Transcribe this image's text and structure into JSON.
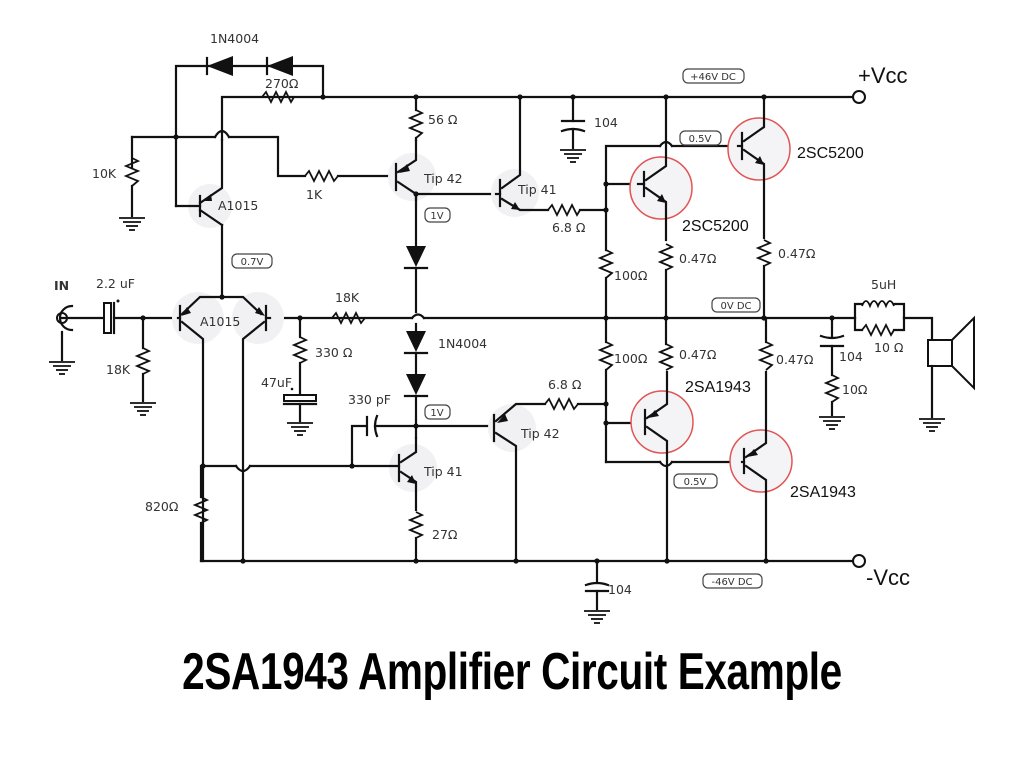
{
  "title": "2SA1943 Amplifier Circuit Example",
  "labels": {
    "in": "IN",
    "c_in": "2.2 uF",
    "r_in": "18K",
    "q_diff": "A1015",
    "q_src": "A1015",
    "r10k": "10K",
    "d_top": "1N4004",
    "r270": "270Ω",
    "r1k": "1K",
    "r56": "56 Ω",
    "q_tip42_top": "Tip 42",
    "q_tip41_top": "Tip 41",
    "r68_top": "6.8 Ω",
    "c104_top": "104",
    "r18k_fb": "18K",
    "r330": "330 Ω",
    "c47": "47uF",
    "d_mid": "1N4004",
    "c330p": "330 pF",
    "q_tip41_bot": "Tip 41",
    "q_tip42_bot": "Tip 42",
    "r68_bot": "6.8 Ω",
    "r820": "820Ω",
    "r27": "27Ω",
    "c104_bot": "104",
    "r100_top": "100Ω",
    "r100_bot": "100Ω",
    "r047_a": "0.47Ω",
    "r047_b": "0.47Ω",
    "r047_c": "0.47Ω",
    "r047_d": "0.47Ω",
    "q_out_n1": "2SC5200",
    "q_out_n2": "2SC5200",
    "q_out_p1": "2SA1943",
    "q_out_p2": "2SA1943",
    "l5u": "5uH",
    "r10_l": "10 Ω",
    "c104_zob": "104",
    "r10_zob": "10Ω",
    "vcc_pos": "+Vcc",
    "vcc_neg": "-Vcc"
  },
  "badges": {
    "v_pos": "+46V DC",
    "v_neg": "-46V DC",
    "v_zero": "0V DC",
    "v07": "0.7V",
    "v1_top": "1V",
    "v1_bot": "1V",
    "v05_top": "0.5V",
    "v05_bot": "0.5V"
  }
}
